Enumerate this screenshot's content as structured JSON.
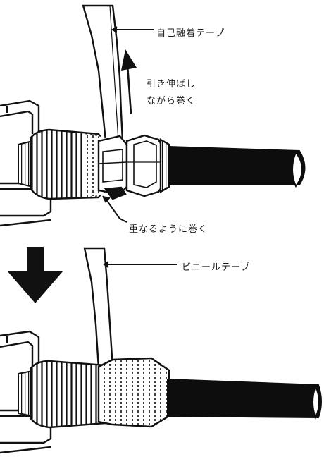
{
  "labels": {
    "self_fusing_tape": "自己融着テープ",
    "stretch_wrap": "引き伸ばし\nながら巻く",
    "overlap_wrap": "重なるように巻く",
    "vinyl_tape": "ビニールテープ"
  },
  "icons": {
    "direction_arrow": "up-arrow-icon",
    "step_arrow": "down-arrow-icon"
  },
  "colors": {
    "line": "#111111",
    "fill_white": "#ffffff",
    "hose": "#0d0d0d"
  }
}
